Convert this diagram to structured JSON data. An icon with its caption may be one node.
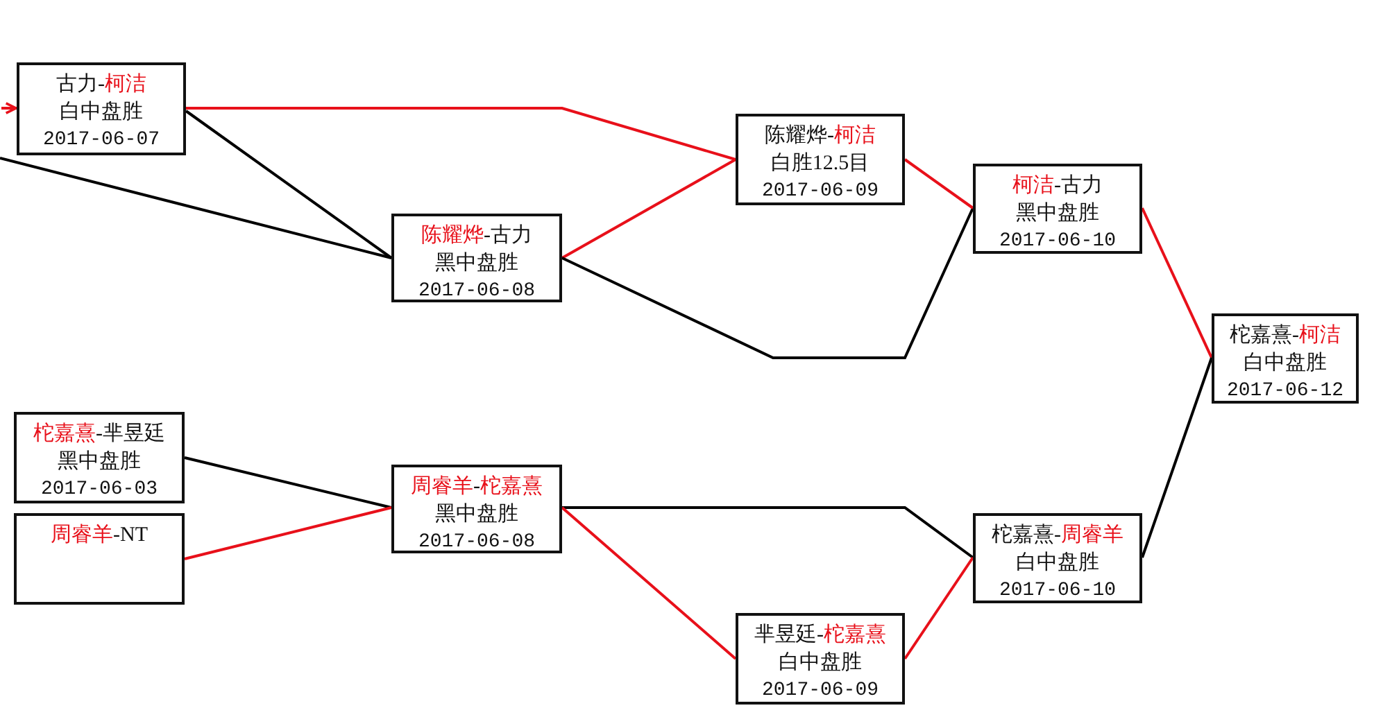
{
  "diagram": {
    "nodes": [
      {
        "text": [
          "古力-柯洁",
          "白中盘胜",
          "2017-06-07"
        ]
      },
      {
        "text": [
          "陈耀烨-古力",
          "黑中盘胜",
          "2017-06-08"
        ]
      },
      {
        "text": [
          "陈耀烨-柯洁",
          "白胜12.5目",
          "2017-06-09"
        ]
      },
      {
        "text": [
          "柯洁-古力",
          "黑中盘胜",
          "2017-06-10"
        ]
      },
      {
        "text": [
          "柁嘉熹-柯洁",
          "白中盘胜",
          "2017-06-12"
        ]
      },
      {
        "text": [
          "柁嘉熹-芈昱廷",
          "黑中盘胜",
          "2017-06-03"
        ]
      },
      {
        "text": [
          "周睿羊-NT"
        ]
      },
      {
        "text": [
          "周睿羊-柁嘉熹",
          "黑中盘胜",
          "2017-06-08"
        ]
      },
      {
        "text": [
          "柁嘉熹-周睿羊",
          "白中盘胜",
          "2017-06-10"
        ]
      },
      {
        "text": [
          "芈昱廷-柁嘉熹",
          "白中盘胜",
          "2017-06-09"
        ]
      }
    ],
    "edges": [
      {
        "from": null,
        "to": 0,
        "arrow": "to"
      },
      {
        "from": null,
        "to": 1,
        "arrow": "none",
        "color": "#000000"
      },
      {
        "from": 0,
        "to": 2,
        "arrow": "none"
      },
      {
        "from": 0,
        "to": 1,
        "arrow": "none",
        "color": "#000000"
      },
      {
        "from": 1,
        "to": 2,
        "arrow": "none"
      },
      {
        "from": 1,
        "to": 3,
        "arrow": "none",
        "color": "#000000"
      },
      {
        "from": 2,
        "to": 3,
        "arrow": "none"
      },
      {
        "from": 3,
        "to": 4,
        "arrow": "none"
      },
      {
        "from": 5,
        "to": 7,
        "arrow": "none",
        "color": "#000000"
      },
      {
        "from": 6,
        "to": 7,
        "arrow": "none"
      },
      {
        "from": 7,
        "to": 8,
        "arrow": "none",
        "color": "#000000"
      },
      {
        "from": 7,
        "to": 9,
        "arrow": "none"
      },
      {
        "from": 9,
        "to": 8,
        "arrow": "none"
      },
      {
        "from": 8,
        "to": 4,
        "arrow": "none",
        "color": "#000000"
      }
    ]
  }
}
